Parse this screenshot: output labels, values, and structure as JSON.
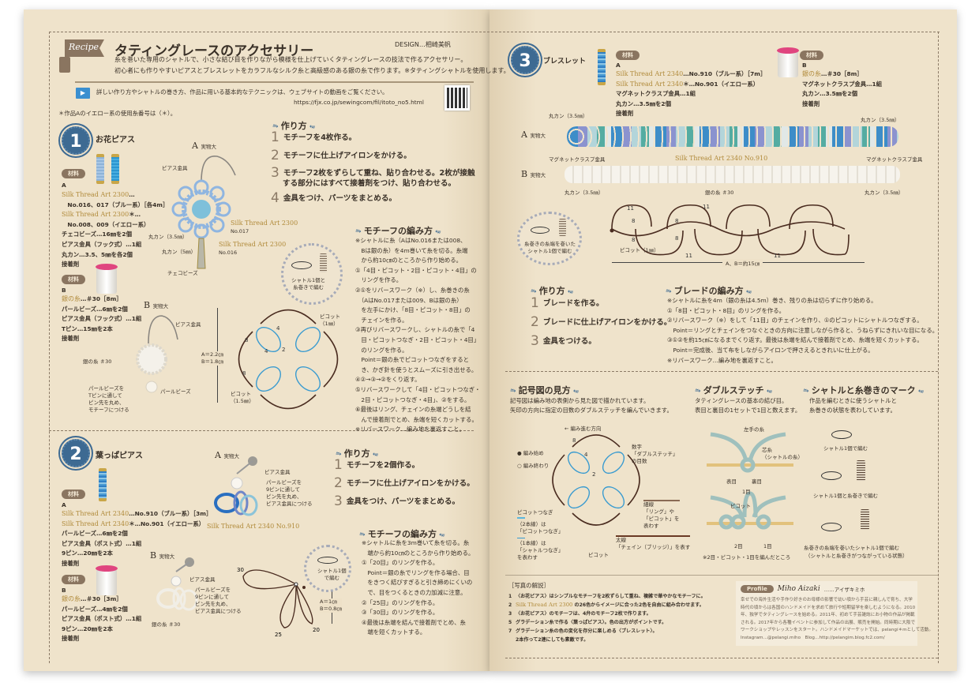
{
  "header": {
    "tag": "Recipe",
    "title": "タティングレースのアクセサリー",
    "design_credit": "DESIGN…相崎美帆",
    "description": [
      "糸を巻いた専用のシャトルで、小さな結び目を作りながら模様を仕上げていくタティングレースの技法で作るアクセサリー。",
      "初心者にも作りやすいピアスとブレスレットをカラフルなシルク糸と高級感のある銀の糸で作ります。※タティングシャトルを使用します。"
    ],
    "video_text": "詳しい作り方やシャトルの巻き方、作品に用いる基本的なテクニックは、ウェブサイトの動画をご覧ください。",
    "url": "https://fjx.co.jp/sewingcom/fil/itoto_no5.html",
    "note": "＊作品Aのイエロー系の使用糸番号は（＊）。"
  },
  "s1": {
    "num": "1",
    "title": "お花ピアス",
    "materials_label": "材料",
    "a": {
      "label": "A",
      "lines": [
        {
          "gold": "Silk Thread Art 2300",
          "text": "…"
        },
        {
          "gold": "",
          "text": "　No.016、017（ブルー系）［各4m］"
        },
        {
          "gold": "Silk Thread Art 2300",
          "text": "＊…"
        },
        {
          "gold": "",
          "text": "　No.008、009（イエロー系）"
        },
        {
          "gold": "",
          "text": "チェコビーズ…16㎜を2個"
        },
        {
          "gold": "",
          "text": "ピアス金具（フック式）…1組"
        },
        {
          "gold": "",
          "text": "丸カン…3.5、5㎜を各2個"
        },
        {
          "gold": "",
          "text": "接着剤"
        }
      ]
    },
    "b": {
      "label": "B",
      "lines": [
        {
          "gold": "銀の糸",
          "text": "…＃30［8m］"
        },
        {
          "gold": "",
          "text": "パールビーズ…6㎜を2個"
        },
        {
          "gold": "",
          "text": "ピアス金具（フック式）…1組"
        },
        {
          "gold": "",
          "text": "Tピン…15㎜を2本"
        },
        {
          "gold": "",
          "text": "接着剤"
        }
      ]
    },
    "photo_a": {
      "label": "A",
      "size": "実物大",
      "hook": "ピアス金具",
      "ring1": "丸カン（3.5㎜）",
      "ring2": "丸カン（5㎜）",
      "bead": "チェコビーズ",
      "thread1": "Silk Thread Art 2300",
      "no1": "No.017",
      "thread2": "Silk Thread Art 2300",
      "no2": "No.016"
    },
    "photo_b": {
      "label": "B",
      "size": "実物大",
      "hook": "ピアス金具",
      "thread": "銀の糸 ＃30",
      "pearl": "パールビーズ",
      "note": [
        "パールビーズを",
        "Tピンに通して",
        "ピン先を丸め、",
        "モチーフにつける"
      ]
    },
    "diagram": {
      "dim": [
        "A＝2.2㎝",
        "B＝1.8㎝"
      ],
      "picot1": [
        "ピコット",
        "（1㎜）"
      ],
      "picot2": [
        "ピコット",
        "（1.5㎜）"
      ],
      "shuttle_note": [
        "シャトル1個と",
        "糸巻きで編む"
      ]
    },
    "method_title": "作り方",
    "steps": [
      "モチーフを4枚作る。",
      "モチーフに仕上げアイロンをかける。",
      "モチーフ2枚をずらして重ね、貼り合わせる。2枚が接触\nする部分にはすべて接着剤をつけ、貼り合わせる。",
      "金具をつけ、パーツをまとめる。"
    ],
    "motif_title": "モチーフの編み方",
    "motif_lines": [
      "※シャトルに糸（AはNo.016または008、",
      "　Bは銀の糸）を4m巻いて糸を切る。糸端",
      "　から約10㎝のところから作り始める。",
      "①「4目・ピコット・2目・ピコット・4目」の",
      "　リングを作る。",
      "②①をリバースワーク（※）し、糸巻きの糸",
      "　（AはNo.017または009、Bは銀の糸）",
      "　を左手にかけ、「8目・ピコット・8目」の",
      "　チェインを作る。",
      "③再びリバースワークし、シャトルの糸で「4",
      "　目・ピコットつなぎ・2目・ピコット・4目」",
      "　のリングを作る。",
      "　Point＝銀の糸でピコットつなぎをすると",
      "　き、かぎ針を使うとスムーズに引き出せる。",
      "④②→③→②をくり返す。",
      "⑤リバースワークして「4目・ピコットつなぎ・",
      "　2目・ピコットつなぎ・4目」、②をする。",
      "⑥最後はリング、チェインの糸端どうしを結",
      "　んで接着剤でとめ、糸端を短くカットする。",
      "※リバースワーク…編み地を裏返すこと。"
    ]
  },
  "s2": {
    "num": "2",
    "title": "葉っぱピアス",
    "materials_label": "材料",
    "a": {
      "label": "A",
      "lines": [
        {
          "gold": "Silk Thread Art 2340",
          "text": "…No.910（ブルー系）［3m］"
        },
        {
          "gold": "Silk Thread Art 2340",
          "text": "＊…No.901（イエロー系）"
        },
        {
          "gold": "",
          "text": "パールビーズ…6㎜を2個"
        },
        {
          "gold": "",
          "text": "ピアス金具（ポスト式）…1組"
        },
        {
          "gold": "",
          "text": "9ピン…20㎜を2本"
        },
        {
          "gold": "",
          "text": "接着剤"
        }
      ]
    },
    "b": {
      "label": "B",
      "lines": [
        {
          "gold": "銀の糸",
          "text": "…＃30［3m］"
        },
        {
          "gold": "",
          "text": "パールビーズ…4㎜を2個"
        },
        {
          "gold": "",
          "text": "ピアス金具（ポスト式）…1組"
        },
        {
          "gold": "",
          "text": "9ピン…20㎜を2本"
        },
        {
          "gold": "",
          "text": "接着剤"
        }
      ]
    },
    "photo_a": {
      "label": "A",
      "size": "実物大",
      "hook": "ピアス金具",
      "note": [
        "パールビーズを",
        "9ピンに通して",
        "ピン先を丸め、",
        "ピアス金具につける"
      ],
      "thread": "Silk Thread Art 2340 No.910"
    },
    "photo_b": {
      "label": "B",
      "size": "実物大",
      "hook": "ピアス金具",
      "note": [
        "パールビーズを",
        "9ピンに通して",
        "ピン先を丸め、",
        "ピアス金具につける"
      ],
      "thread": "銀の糸 ＃30"
    },
    "diagram": {
      "n30": "30",
      "n25": "25",
      "n20": "20",
      "dim": [
        "A＝1㎝",
        "B＝0.8㎝"
      ],
      "shuttle_note": [
        "シャトル1個",
        "で編む"
      ]
    },
    "method_title": "作り方",
    "steps": [
      "モチーフを2個作る。",
      "モチーフに仕上げアイロンをかける。",
      "金具をつけ、パーツをまとめる。"
    ],
    "motif_title": "モチーフの編み方",
    "motif_lines": [
      "※シャトルに糸を3m巻いて糸を切る。糸",
      "　端から約10㎝のところから作り始める。",
      "①「20目」のリングを作る。",
      "　Point＝銀の糸でリングを作る場合、目",
      "　をきつく結びすぎると引き締めにくいの",
      "　で、目をつくるときの力加減に注意。",
      "②「25目」のリングを作る。",
      "③「30目」のリングを作る。",
      "④最後は糸端を結んで接着剤でとめ、糸",
      "　端を短くカットする。"
    ]
  },
  "s3": {
    "num": "3",
    "title": "ブレスレット",
    "materials_label": "材料",
    "a": {
      "label": "A",
      "lines": [
        {
          "gold": "Silk Thread Art 2340",
          "text": "…No.910（ブルー系）［7m］"
        },
        {
          "gold": "Silk Thread Art 2340",
          "text": "＊…No.901（イエロー系）"
        },
        {
          "gold": "",
          "text": "マグネットクラスプ金具…1組"
        },
        {
          "gold": "",
          "text": "丸カン…3.5㎜を2個"
        },
        {
          "gold": "",
          "text": "接着剤"
        }
      ]
    },
    "b": {
      "label": "B",
      "lines": [
        {
          "gold": "銀の糸",
          "text": "…＃30［8m］"
        },
        {
          "gold": "",
          "text": "マグネットクラスプ金具…1組"
        },
        {
          "gold": "",
          "text": "丸カン…3.5㎜を2個"
        },
        {
          "gold": "",
          "text": "接着剤"
        }
      ]
    },
    "photos": {
      "a_label": "A",
      "b_label": "B",
      "size": "実物大",
      "ring": "丸カン（3.5㎜）",
      "clasp": "マグネットクラスプ金具",
      "thread_a": "Silk Thread Art 2340 No.910",
      "thread_b": "銀の糸 ＃30"
    },
    "diagram": {
      "n11": "11",
      "n8": "8",
      "picot": "ピコット（1㎜）",
      "length": "A、B＝約15㎝",
      "shuttle_note": [
        "糸巻きの糸端を巻いた",
        "シャトル1個で編む"
      ]
    },
    "method_title": "作り方",
    "steps": [
      "ブレードを作る。",
      "ブレードに仕上げアイロンをかける。",
      "金具をつける。"
    ],
    "braid_title": "ブレードの編み方",
    "braid_lines": [
      "※シャトルに糸を4m（銀の糸は4.5m）巻き、残りの糸は切らずに作り始める。",
      "①「8目・ピコット・8目」のリングを作る。",
      "②リバースワーク（※）をして「11目」のチェインを作り、①のピコットにシャトルつなぎする。",
      "　Point＝リングとチェインをつなぐときの方向に注意しながら作ると、うねらずにきれいな目になる。",
      "③①②を約15㎝になるまでくり返す。最後は糸端を結んで接着剤でとめ、糸端を短くカットする。",
      "　Point＝完成後、当て布をしながらアイロンで押さえるときれいに仕上がる。",
      "※リバースワーク…編み地を裏返すこと。"
    ]
  },
  "symbols": {
    "title": "記号図の見方",
    "lines": [
      "記号図は編み地の表側から見た図で描かれています。",
      "矢印の方向に指定の目数のダブルステッチを編んでいきます。"
    ],
    "labels": {
      "direction": "← 編み進む方向",
      "start": "● 編み始め",
      "end": "○ 編み終わり",
      "number": [
        "数字",
        "「ダブルステッチ」",
        "の目数"
      ],
      "picot_join": "ピコットつなぎ",
      "double": [
        "（2本線）は",
        "「ピコットつなぎ」"
      ],
      "single": [
        "（1本線）は",
        "「シャトルつなぎ」",
        "を表わす"
      ],
      "thin": [
        "細線",
        "「リング」や",
        "「ピコット」を",
        "表わす"
      ],
      "thick": [
        "太線",
        "「チェイン（ブリッジ）」を表す"
      ],
      "picot": "ピコット",
      "n8": "8",
      "n4": "4",
      "n2": "2"
    }
  },
  "double_stitch": {
    "title": "ダブルステッチ",
    "lines": [
      "タティングレースの基本の結び目。",
      "表目と裏目の1セットで1目と数えます。"
    ],
    "labels": {
      "left": "左手の糸",
      "core": [
        "芯糸",
        "（シャトルの糸）"
      ],
      "front": "表目",
      "back": "裏目",
      "one": "1目",
      "picot": "ピコット",
      "two": "2目",
      "one2": "1目",
      "caption": "※2目・ピコット・1目を編んだところ"
    }
  },
  "shuttle_marks": {
    "title": "シャトルと糸巻きのマーク",
    "lines": [
      "作品を編むときに使うシャトルと",
      "糸巻きの状態を表わしています。"
    ],
    "labels": [
      "シャトル1個で編む",
      "シャトル1個と糸巻きで編む",
      "糸巻きの糸端を巻いたシャトル1個で編む",
      "（シャトルと糸巻きがつながっている状態）"
    ]
  },
  "photo_notes": {
    "title": "［写真の解説］",
    "items": [
      {
        "n": "1",
        "gold": "",
        "text": "〈お花ピアス〉はシンプルなモチーフを2枚ずらして重ね、複雑で華やかなモチーフに。"
      },
      {
        "n": "2",
        "gold": "Silk Thread Art 2300",
        "text": " の26色からイメージに合った2色を自由に組み合わせます。"
      },
      {
        "n": "3",
        "gold": "",
        "text": "〈お花ピアス〉のモチーフは、4弁のモチーフ2枚で作ります。"
      },
      {
        "n": "5",
        "gold": "",
        "text": "グラデーション糸で作る〈葉っぱピアス〉。色の出方がポイントです。"
      },
      {
        "n": "7",
        "gold": "",
        "text": "グラデーション糸の色の変化を存分に楽しめる〈ブレスレット〉。"
      },
      {
        "n": "",
        "gold": "",
        "text": "2本作って2連にしても素敵です。"
      }
    ]
  },
  "profile": {
    "tag": "Profile",
    "name": "Miho Aizaki",
    "kana": "……アイザキミホ",
    "lines": [
      "幸せでの海外生活や手作り好きのお母様の影響で幼い頃から手芸に親しんで育ち、大学",
      "時代の頃からは各国のハンドメイドを求めて旅行や短期留学を楽しむようになる。2010",
      "年、独学でタティングレースを始める。2011年、初めて手芸雑誌にお小物の作品が掲載",
      "される。2017年から各種イベントに参加して作品の出展、販売を開始。同時期に大阪で",
      "ワークショップやレッスンをスタート。ハンドメイドマーケットでは、pelangi＊mとして活動。",
      "Instagram…@pelangi.miho　Blog…http://pelangim.blog.fc2.com/"
    ]
  },
  "colors": {
    "paper": "#eee1c8",
    "badge": "#3d6a92",
    "gold": "#b08a3a",
    "pill": "#8a7560",
    "lace_blue": "#3a9bd0",
    "chain": "#4a2c20"
  }
}
